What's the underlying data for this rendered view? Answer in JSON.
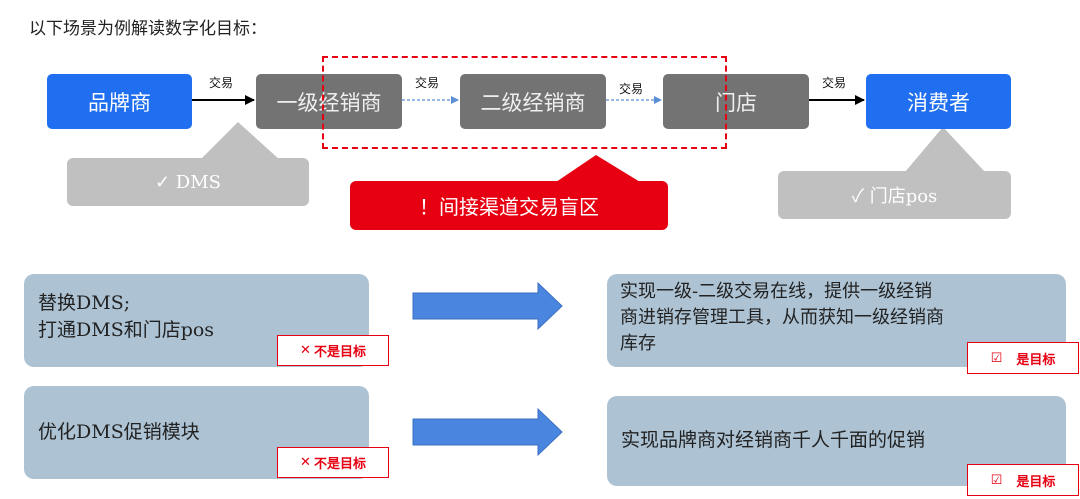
{
  "title": "以下场景为例解读数字化目标：",
  "flow": {
    "nodes": [
      "品牌商",
      "一级经销商",
      "二级经销商",
      "门店",
      "消费者"
    ],
    "edge_label": "交易"
  },
  "callouts": {
    "dms": "✓ DMS",
    "store_pos": "✓ 门店pos",
    "blind_zone": "！间接渠道交易盲区"
  },
  "rows": [
    {
      "left_lines": [
        "替换DMS;",
        "打通DMS和门店pos"
      ],
      "left_tag": "不是目标",
      "right_lines": [
        "实现一级-二级交易在线，提供一级经销",
        "商进销存管理工具，从而获知一级经销商",
        "库存"
      ],
      "right_tag": "是目标"
    },
    {
      "left_lines": [
        "优化DMS促销模块"
      ],
      "left_tag": "不是目标",
      "right_lines": [
        "实现品牌商对经销商千人千面的促销"
      ],
      "right_tag": "是目标"
    }
  ],
  "icons": {
    "not_target_mark": "✕",
    "target_mark": "☑"
  },
  "colors": {
    "brand_blue": "#1f6ff0",
    "node_gray": "#737373",
    "alert_red": "#e60012",
    "box_blue_gray": "#adc3d4",
    "arrow_blue": "#4a86e0"
  }
}
